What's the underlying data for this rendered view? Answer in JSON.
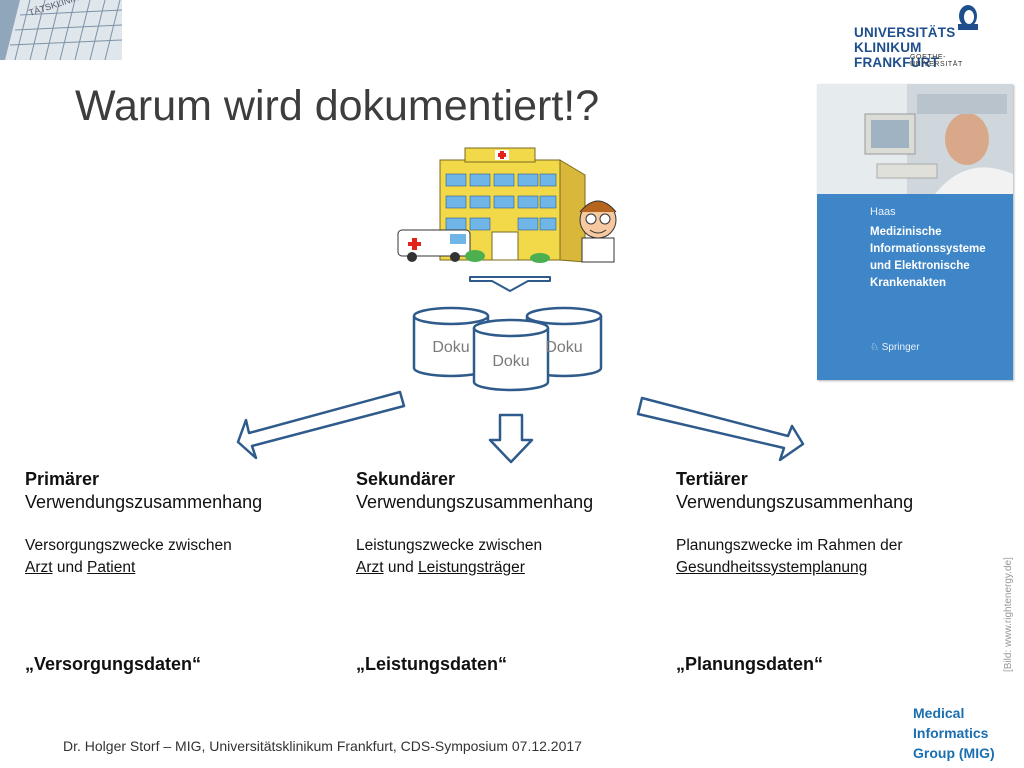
{
  "title": "Warum wird dokumentiert!?",
  "logo": {
    "line1": "UNIVERSITÄTS",
    "line2": "KLINIKUM FRANKFURT",
    "line3": "GOETHE-UNIVERSITÄT"
  },
  "book": {
    "author": "Haas",
    "title_lines": [
      "Medizinische",
      "Informationssysteme",
      "und Elektronische",
      "Krankenakten"
    ],
    "publisher": "Springer"
  },
  "databases": [
    "Doku",
    "Doku",
    "Doku"
  ],
  "columns": [
    {
      "heading1": "Primärer",
      "heading2": "Verwendungszusammenhang",
      "desc_line1": "Versorgungszwecke zwischen",
      "desc_a": "Arzt",
      "desc_and": " und ",
      "desc_b": "Patient",
      "quote": "„Versorgungsdaten“"
    },
    {
      "heading1": "Sekundärer",
      "heading2": "Verwendungszusammenhang",
      "desc_line1": "Leistungszwecke zwischen",
      "desc_a": "Arzt",
      "desc_and": " und ",
      "desc_b": "Leistungsträger",
      "quote": "„Leistungsdaten“"
    },
    {
      "heading1": "Tertiärer",
      "heading2": "Verwendungszusammenhang",
      "desc_line1": "Planungszwecke im Rahmen der",
      "desc_a": "Gesundheitssystemplanung",
      "desc_and": "",
      "desc_b": "",
      "quote": "„Planungsdaten“"
    }
  ],
  "image_credit": "[Bild: www.rightenergy.de]",
  "footer": "Dr. Holger Storf – MIG, Universitätsklinikum Frankfurt, CDS-Symposium 07.12.2017",
  "mig": {
    "line1": "Medical",
    "line2": "Informatics",
    "line3": "Group (MIG)"
  },
  "colors": {
    "arrow_fill": "#ffffff",
    "arrow_stroke": "#2f5b8c",
    "db_stroke": "#2f5b8c",
    "book_blue": "#3f86c8",
    "mig_blue": "#1a6fb0"
  }
}
